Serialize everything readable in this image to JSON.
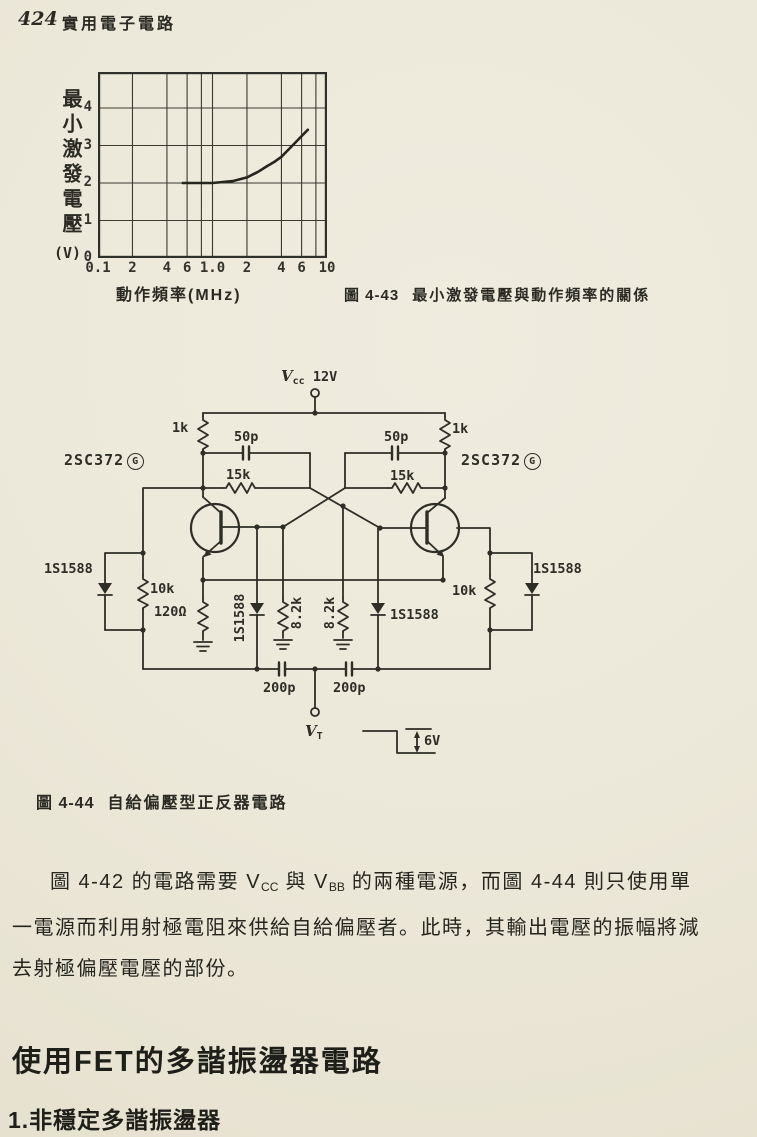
{
  "page": {
    "number": "424",
    "book_title": "實用電子電路"
  },
  "chart_data": {
    "type": "line",
    "title": "最小激發電壓與動作頻率的關係",
    "xlabel": "動作頻率(MHz)",
    "ylabel": "最小激發電壓",
    "ylabel_unit": "(V)",
    "xscale": "log",
    "xlim": [
      0.1,
      10
    ],
    "ylim": [
      0,
      5
    ],
    "grid_on": true,
    "legend": "none",
    "x": [
      0.55,
      1.0,
      1.5,
      2,
      2.5,
      3,
      3.5,
      4,
      5,
      6,
      6.8
    ],
    "y": [
      2.0,
      2.0,
      2.05,
      2.15,
      2.3,
      2.45,
      2.57,
      2.7,
      3.0,
      3.25,
      3.42
    ],
    "grid_x": [
      0.1,
      0.2,
      0.4,
      0.6,
      0.8,
      1,
      2,
      4,
      6,
      8,
      10
    ],
    "grid_y": [
      0,
      1,
      2,
      3,
      4
    ],
    "xtick_values": [
      0.1,
      0.2,
      0.4,
      0.6,
      1.0,
      2,
      4,
      6,
      10
    ],
    "xtick_labels": [
      "0.1",
      "2",
      "4",
      "6",
      "1.0",
      "2",
      "4",
      "6",
      "10"
    ],
    "ytick_values": [
      0,
      1,
      2,
      3,
      4
    ],
    "ytick_labels": [
      "0",
      "1",
      "2",
      "3",
      "4"
    ]
  },
  "figure43": {
    "caption_label": "圖 4-43",
    "caption_text": "最小激發電壓與動作頻率的關係"
  },
  "figure44": {
    "caption_label": "圖 4-44",
    "caption_text": "自給偏壓型正反器電路",
    "labels": {
      "supply_v": "V",
      "supply_v_sub": "cc",
      "supply_value": "12V",
      "r_collector_left": "1k",
      "r_collector_right": "1k",
      "c_speedup_left": "50p",
      "c_speedup_right": "50p",
      "r_base_left": "15k",
      "r_base_right": "15k",
      "transistor_left": "2SC372",
      "transistor_left_grade": "G",
      "transistor_right": "2SC372",
      "transistor_right_grade": "G",
      "d_outer_left": "1S1588",
      "d_outer_right": "1S1588",
      "r_10k_left": "10k",
      "r_10k_right": "10k",
      "r_emitter": "120Ω",
      "d_inner_left": "1S1588",
      "d_inner_right": "1S1588",
      "r_82_left": "8.2k",
      "r_82_right": "8.2k",
      "c_trigger_left": "200p",
      "c_trigger_right": "200p",
      "trigger_v": "V",
      "trigger_v_sub": "T",
      "pulse_amplitude": "6V"
    }
  },
  "paragraph": {
    "line1_a": "圖 4-42 的電路需要 V",
    "line1_sub1": "CC",
    "line1_b": " 與 V",
    "line1_sub2": "BB",
    "line1_c": " 的兩種電源，而圖 4-44 則只使用單",
    "line2": "一電源而利用射極電阻來供給自給偏壓者。此時，其輸出電壓的振幅將減",
    "line3": "去射極偏壓電壓的部份。"
  },
  "section": {
    "heading": "使用FET的多諧振盪器電路",
    "subheading": "1.非穩定多諧振盪器"
  }
}
